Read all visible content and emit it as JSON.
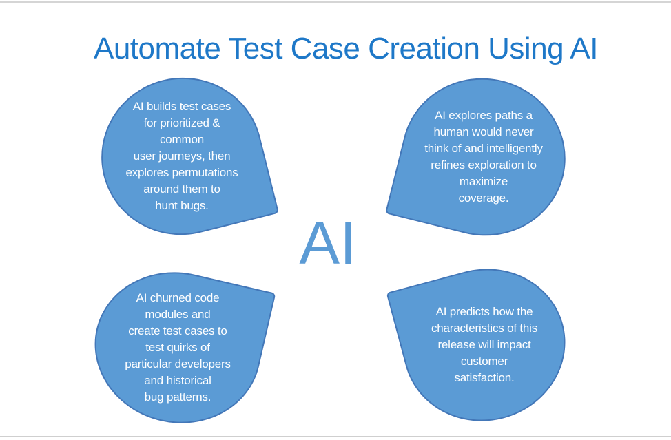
{
  "title": {
    "text": "Automate Test Case Creation Using AI",
    "color": "#1e78c8"
  },
  "center_label": {
    "text": "AI",
    "color": "#5b9bd5"
  },
  "bubbles": [
    {
      "position": "top-left",
      "text": "AI builds test cases\nfor prioritized &\ncommon\nuser journeys, then\nexplores permutations\naround them to\nhunt bugs."
    },
    {
      "position": "top-right",
      "text": "AI explores paths a\nhuman would never\nthink of and intelligently\nrefines exploration to\nmaximize\ncoverage."
    },
    {
      "position": "bottom-left",
      "text": "AI churned code\nmodules and\ncreate test cases to\ntest quirks of\nparticular developers\nand historical\nbug patterns."
    },
    {
      "position": "bottom-right",
      "text": "AI predicts how the\ncharacteristics of this\nrelease will impact\ncustomer\nsatisfaction."
    }
  ],
  "colors": {
    "bubble_fill": "#5b9bd5",
    "bubble_border": "#4377b8",
    "bubble_text": "#ffffff",
    "divider": "#d5d5d5",
    "background": "#ffffff"
  }
}
